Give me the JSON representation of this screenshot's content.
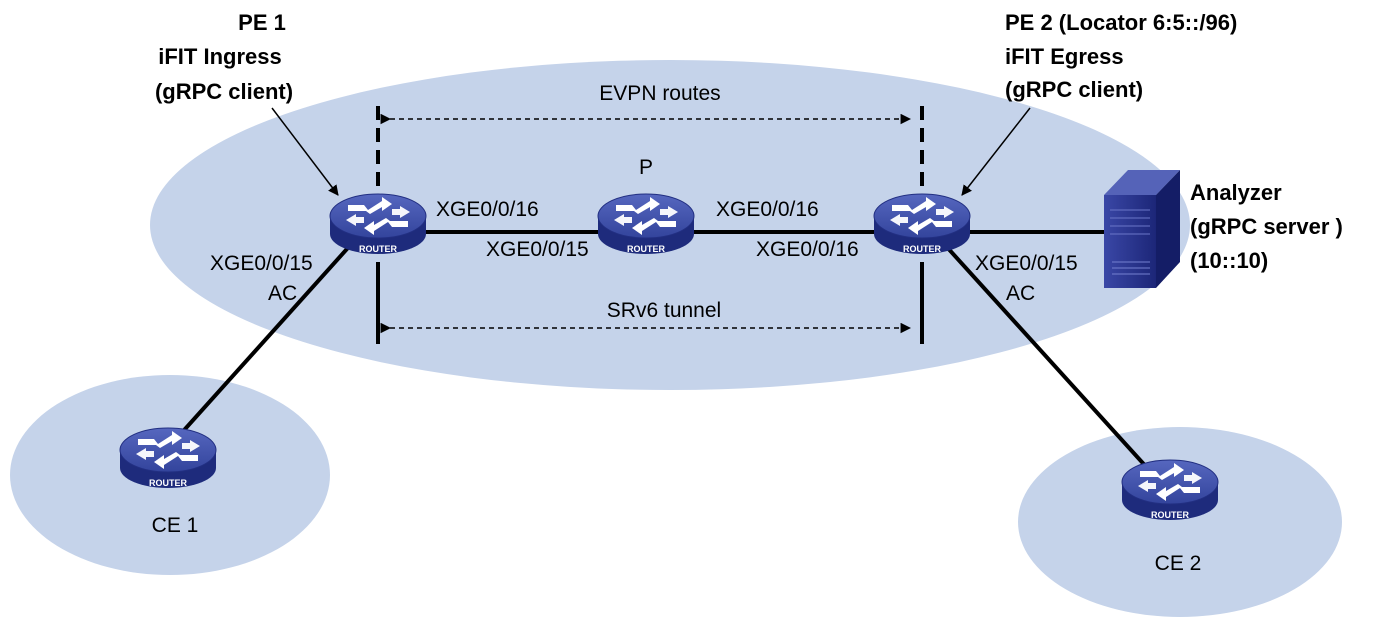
{
  "title": "",
  "nodes": {
    "pe1": {
      "icon": "router-icon",
      "badge": "ROUTER",
      "labels": [
        "PE 1",
        "iFIT Ingress",
        "(gRPC client)"
      ]
    },
    "p": {
      "icon": "router-icon",
      "badge": "ROUTER",
      "labels": [
        "P"
      ]
    },
    "pe2": {
      "icon": "router-icon",
      "badge": "ROUTER",
      "labels": [
        "PE 2 (Locator 6:5::/96)",
        "iFIT Egress",
        "(gRPC client)"
      ]
    },
    "ce1": {
      "icon": "router-icon",
      "badge": "ROUTER",
      "labels": [
        "CE 1"
      ]
    },
    "ce2": {
      "icon": "router-icon",
      "badge": "ROUTER",
      "labels": [
        "CE 2"
      ]
    },
    "analyzer": {
      "icon": "server-icon",
      "labels": [
        "Analyzer",
        "(gRPC server )",
        "(10::10)"
      ]
    }
  },
  "interfaces": {
    "pe1_to_p": "XGE0/0/16",
    "p_from_pe1": "XGE0/0/15",
    "p_to_pe2": "XGE0/0/16",
    "pe2_from_p": "XGE0/0/16",
    "pe1_to_ce1": "XGE0/0/15",
    "pe2_to_ce2": "XGE0/0/15"
  },
  "ac_labels": {
    "left": "AC",
    "right": "AC"
  },
  "spans": {
    "evpn": "EVPN routes",
    "srv6": "SRv6 tunnel"
  },
  "colors": {
    "region_fill": "#c5d3ea",
    "router_top": "#3d4fa8",
    "router_side": "#1c2a78",
    "server_front": "#2a3590",
    "line": "#000000"
  }
}
